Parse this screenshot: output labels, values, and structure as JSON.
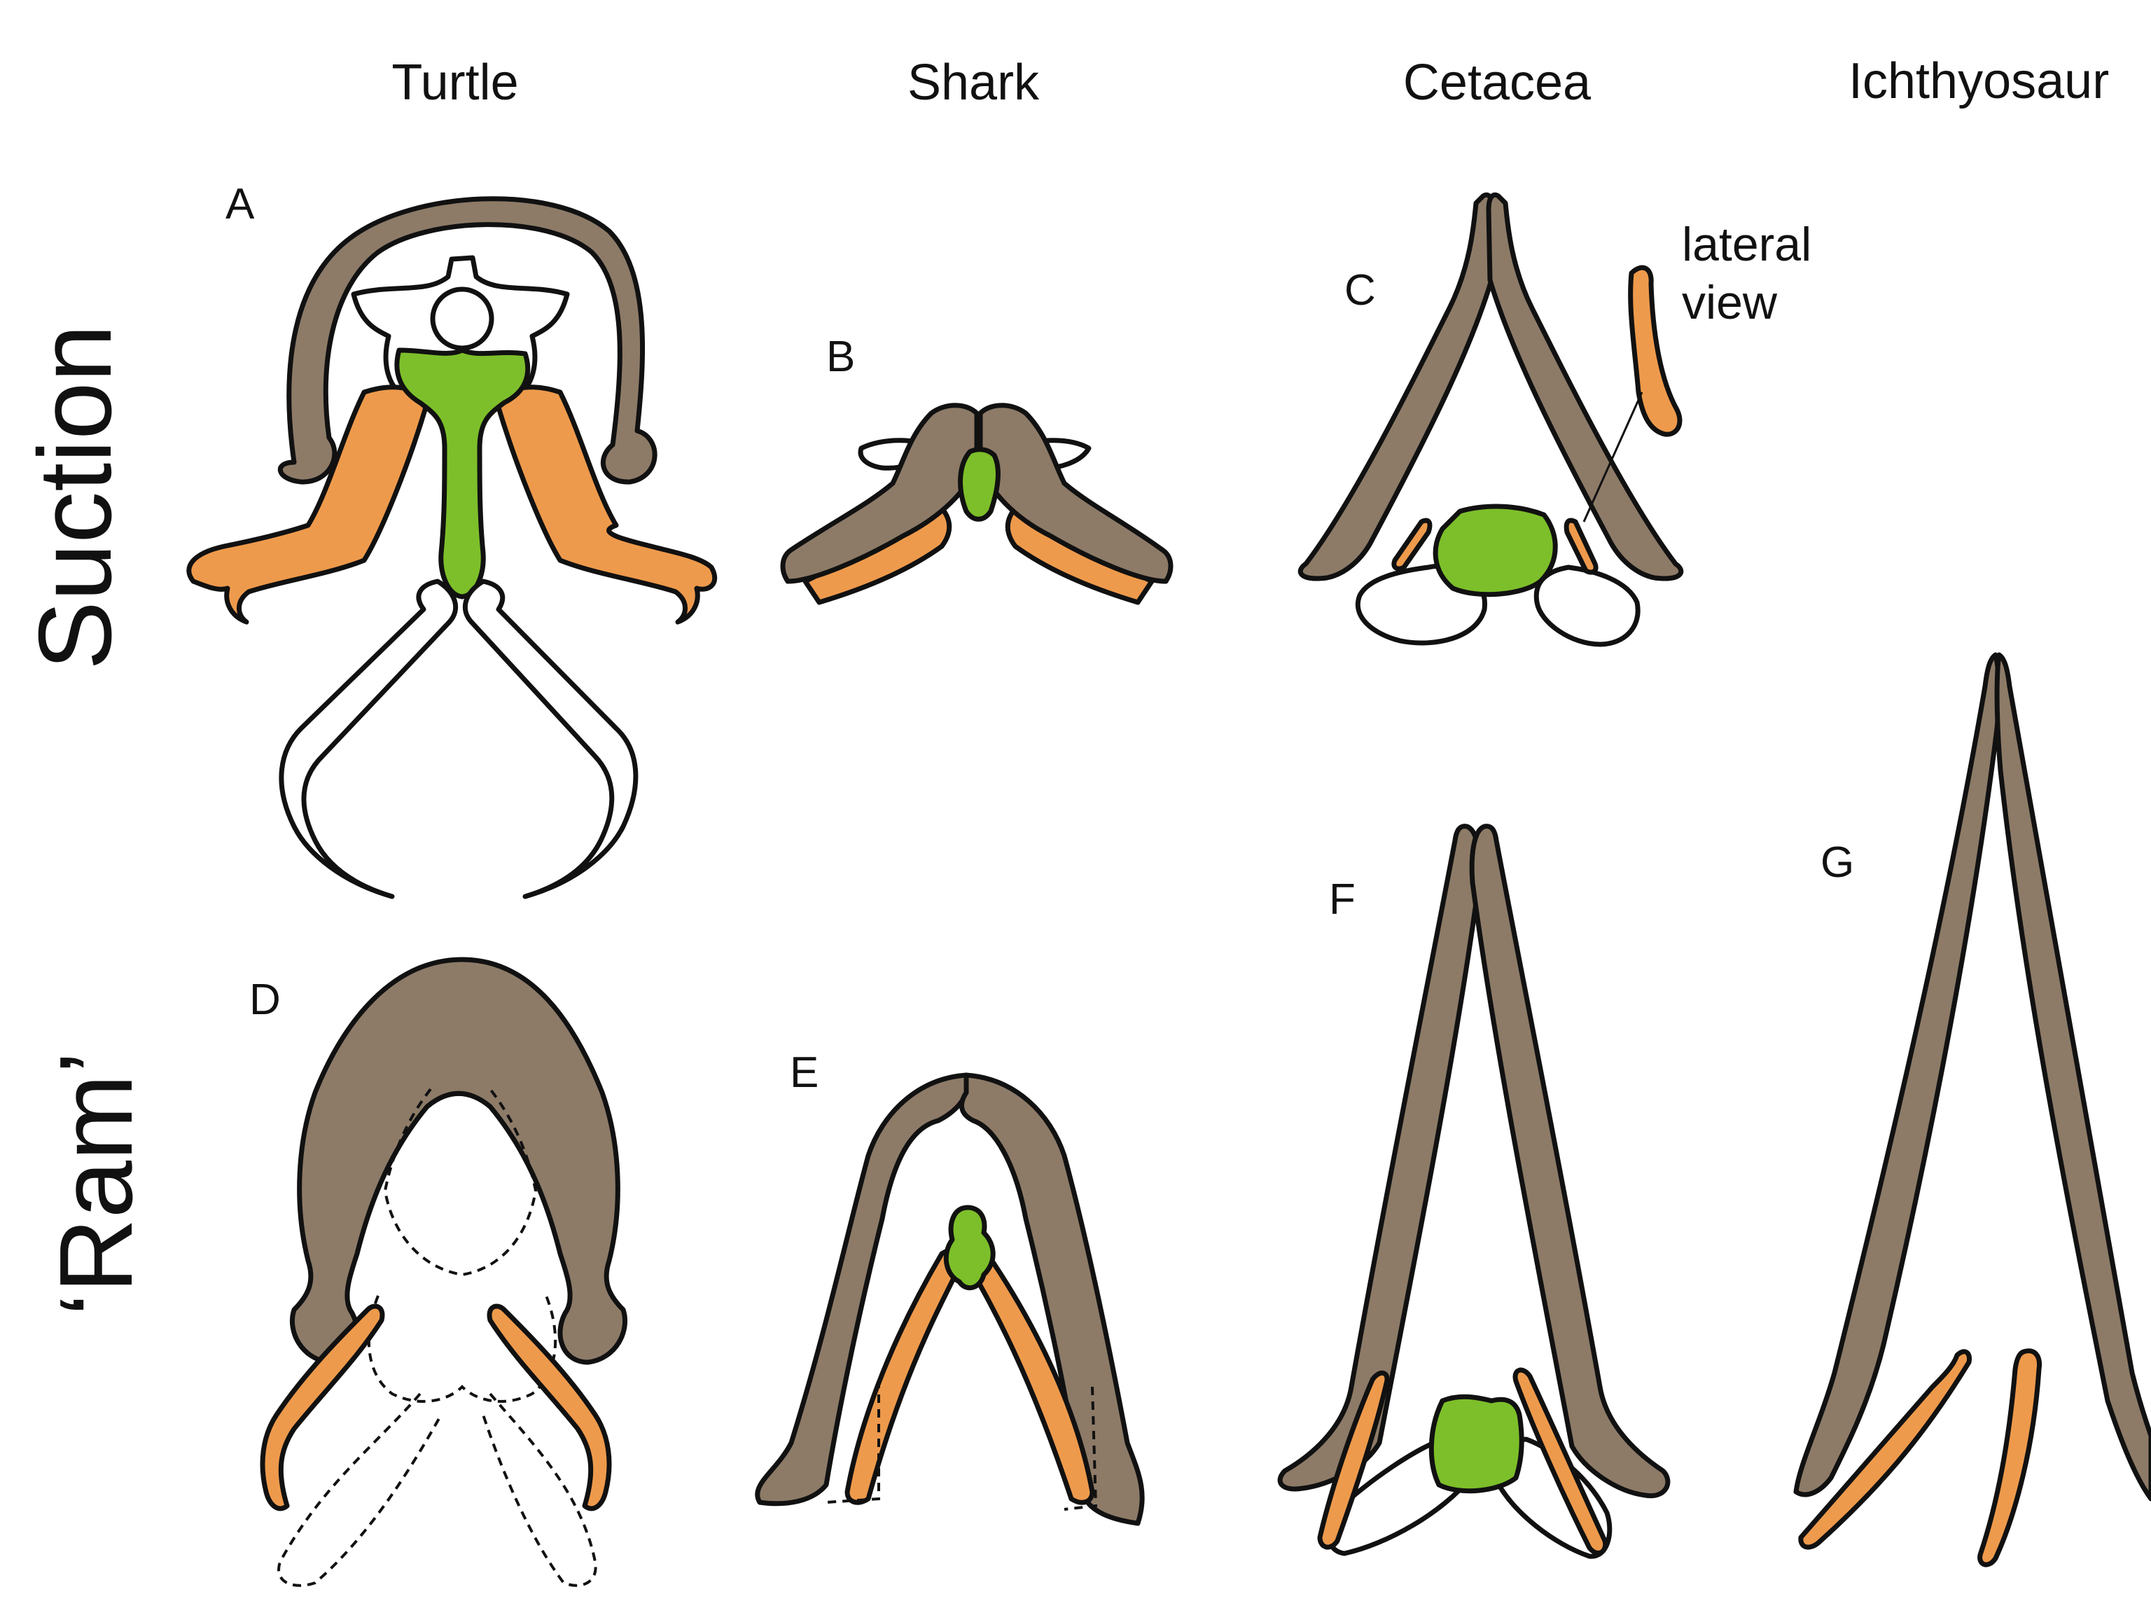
{
  "columns": {
    "turtle": "Turtle",
    "shark": "Shark",
    "cetacea": "Cetacea",
    "ichthyosaur": "Ichthyosaur"
  },
  "rows": {
    "suction": "Suction",
    "ram": "‘Ram’"
  },
  "panels": {
    "a": "A",
    "b": "B",
    "c": "C",
    "d": "D",
    "e": "E",
    "f": "F",
    "g": "G"
  },
  "annotation": {
    "line1": "lateral",
    "line2": "view"
  },
  "colors": {
    "jaw": "#8d7b68",
    "ceratobranchial": "#ee9a4c",
    "basihyal": "#7dbf2a",
    "outline": "#111111"
  }
}
